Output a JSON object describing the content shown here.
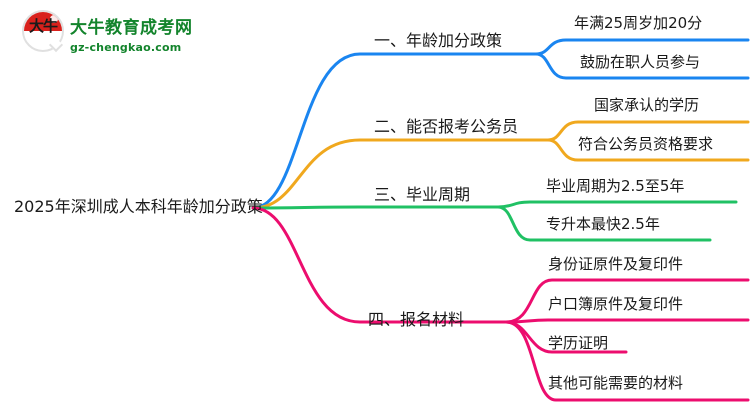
{
  "logo": {
    "mark_text": "大牛",
    "title": "大牛教育成考网",
    "url": "gz-chengkao.com",
    "brand_green": "#13842c",
    "brand_red": "#d9211c"
  },
  "mindmap": {
    "root": "2025年深圳成人本科年龄加分政策",
    "branches": [
      {
        "index": "一",
        "label": "一、年龄加分政策",
        "color": "#1a85f0",
        "children": [
          "年满25周岁加20分",
          "鼓励在职人员参与"
        ]
      },
      {
        "index": "二",
        "label": "二、能否报考公务员",
        "color": "#f0a81e",
        "children": [
          "国家承认的学历",
          "符合公务员资格要求"
        ]
      },
      {
        "index": "三",
        "label": "三、毕业周期",
        "color": "#20c164",
        "children": [
          "毕业周期为2.5至5年",
          "专升本最快2.5年"
        ]
      },
      {
        "index": "四",
        "label": "四、报名材料",
        "color": "#ec0d6e",
        "children": [
          "身份证原件及复印件",
          "户口簿原件及复印件",
          "学历证明",
          "其他可能需要的材料"
        ]
      }
    ]
  }
}
